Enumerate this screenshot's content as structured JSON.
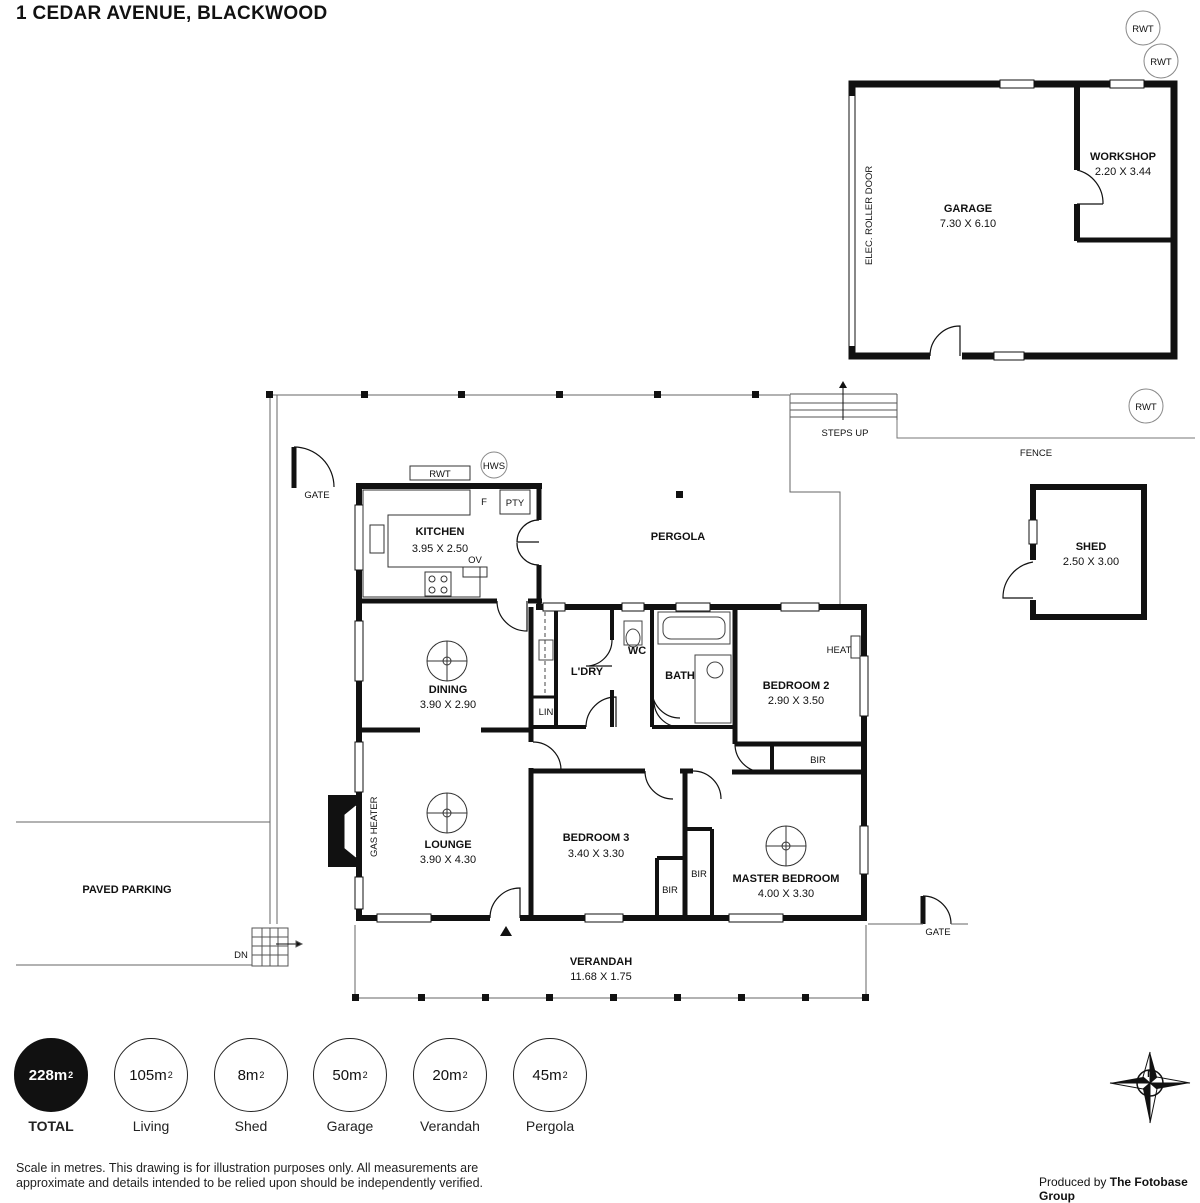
{
  "title": "1 CEDAR AVENUE, BLACKWOOD",
  "rooms": {
    "garage": {
      "name": "GARAGE",
      "dims": "7.30 X 6.10"
    },
    "workshop": {
      "name": "WORKSHOP",
      "dims": "2.20 X 3.44"
    },
    "kitchen": {
      "name": "KITCHEN",
      "dims": "3.95 X 2.50"
    },
    "pergola": {
      "name": "PERGOLA"
    },
    "shed": {
      "name": "SHED",
      "dims": "2.50 X 3.00"
    },
    "dining": {
      "name": "DINING",
      "dims": "3.90 X 2.90"
    },
    "laundry": {
      "name": "L'DRY"
    },
    "wc": {
      "name": "WC"
    },
    "bath": {
      "name": "BATH"
    },
    "bedroom2": {
      "name": "BEDROOM 2",
      "dims": "2.90 X 3.50"
    },
    "lounge": {
      "name": "LOUNGE",
      "dims": "3.90 X 4.30"
    },
    "bedroom3": {
      "name": "BEDROOM 3",
      "dims": "3.40 X 3.30"
    },
    "master": {
      "name": "MASTER BEDROOM",
      "dims": "4.00 X 3.30"
    },
    "verandah": {
      "name": "VERANDAH",
      "dims": "11.68 X 1.75"
    }
  },
  "labels": {
    "roller_door": "ELEC. ROLLER DOOR",
    "rwt": "RWT",
    "hws": "HWS",
    "gate": "GATE",
    "steps_up": "STEPS UP",
    "fence": "FENCE",
    "fridge": "F",
    "pantry": "PTY",
    "oven": "OV",
    "linen": "LIN",
    "heat": "HEAT",
    "bir": "BIR",
    "gas_heater": "GAS HEATER",
    "paved_parking": "PAVED PARKING",
    "down": "DN",
    "north": "N"
  },
  "areas": [
    {
      "value": "228m",
      "sup": "2",
      "label": "TOTAL",
      "total": true
    },
    {
      "value": "105m",
      "sup": "2",
      "label": "Living"
    },
    {
      "value": "8m",
      "sup": "2",
      "label": "Shed"
    },
    {
      "value": "50m",
      "sup": "2",
      "label": "Garage"
    },
    {
      "value": "20m",
      "sup": "2",
      "label": "Verandah"
    },
    {
      "value": "45m",
      "sup": "2",
      "label": "Pergola"
    }
  ],
  "disclaimer": "Scale in metres. This drawing is for illustration purposes only. All measurements are approximate and details intended to be relied upon should be independently verified.",
  "produced_by": {
    "prefix": "Produced by",
    "brand": "The Fotobase Group"
  }
}
